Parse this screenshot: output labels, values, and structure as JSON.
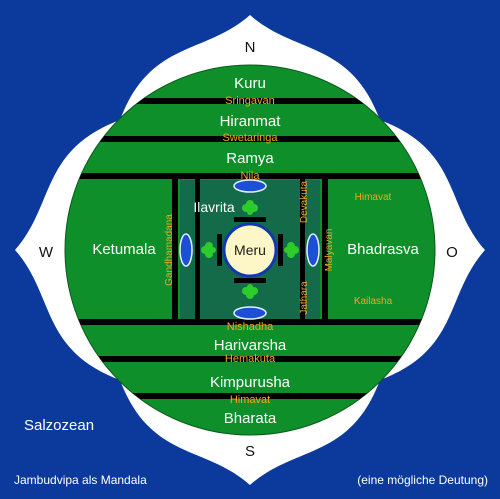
{
  "colors": {
    "background": "#0b3a9c",
    "petals": "#ffffff",
    "land": "#0f8f2a",
    "central": "#136b4a",
    "mountain": "#000000",
    "mountain_label": "#f2a526",
    "meru_fill": "#fdf7c8",
    "lake": "#1a4fd6",
    "tree": "#2ccc2c"
  },
  "compass": {
    "north": "N",
    "south": "S",
    "west": "W",
    "east": "O"
  },
  "regions": {
    "kuru": "Kuru",
    "hiranmat": "Hiranmat",
    "ramya": "Ramya",
    "ilavrita": "Ilavrita",
    "meru": "Meru",
    "ketumala": "Ketumala",
    "bhadrasva": "Bhadrasva",
    "harivarsha": "Harivarsha",
    "kimpurusha": "Kimpurusha",
    "bharata": "Bharata"
  },
  "mountains": {
    "sringavan": "Sringavan",
    "swetaringa": "Swetaringa",
    "nila": "Nila",
    "nishadha": "Nishadha",
    "hemakuta": "Hemakuta",
    "himavat_south": "Himavat",
    "himavat_east": "Himavat",
    "kailasha": "Kailasha",
    "gandhamadana": "Gandhamadana",
    "devakuta": "Devakuta",
    "malyavan": "Malyavan",
    "jathara": "Jathara"
  },
  "ocean": "Salzozean",
  "caption_left": "Jambudvipa als Mandala",
  "caption_right": "(eine mögliche Deutung)"
}
